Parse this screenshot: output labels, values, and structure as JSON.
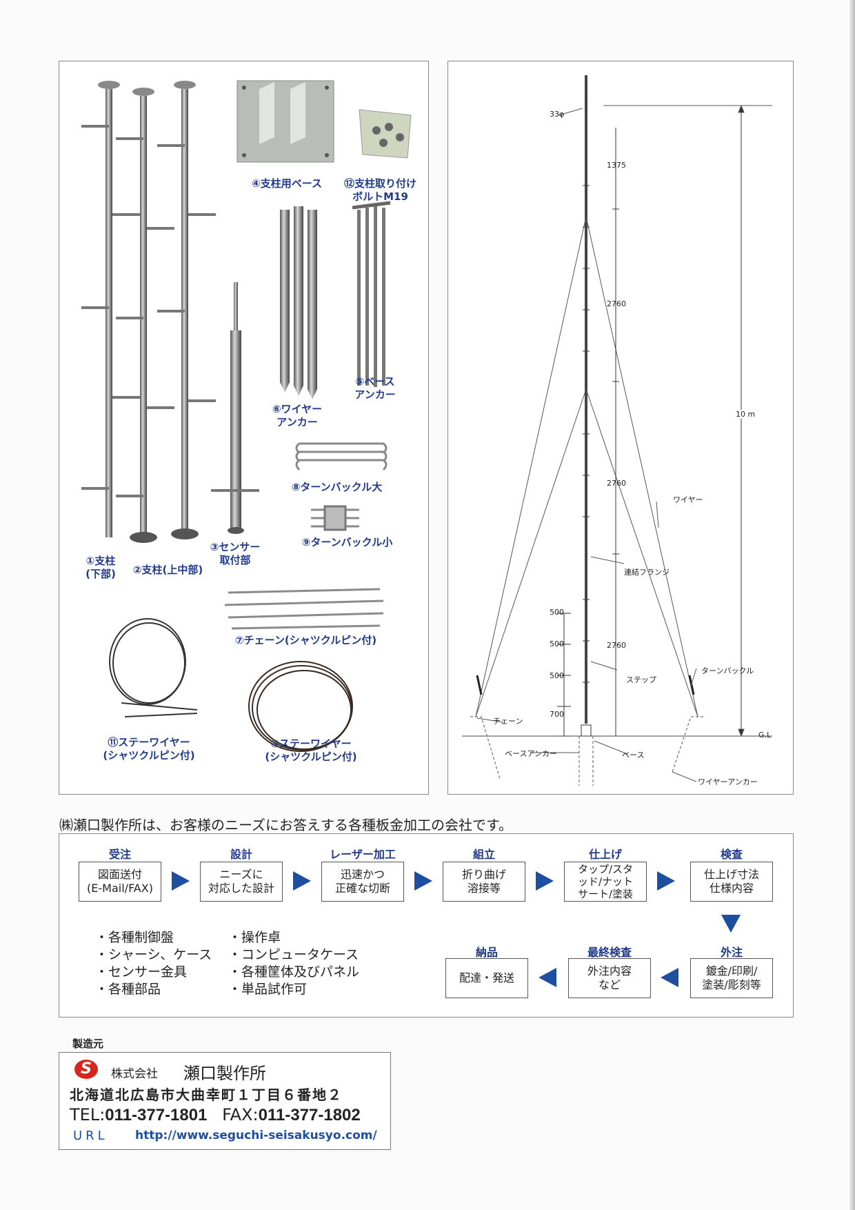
{
  "parts": [
    {
      "id": "post-lower",
      "label": "①支柱\n(下部)"
    },
    {
      "id": "post-upper",
      "label": "②支柱(上中部)"
    },
    {
      "id": "sensor-mount",
      "label": "③センサー\n取付部"
    },
    {
      "id": "post-base",
      "label": "④支柱用ベース"
    },
    {
      "id": "bolt",
      "label": "⑫支柱取り付け\nボルトM19"
    },
    {
      "id": "wire-anchor",
      "label": "⑥ワイヤー\nアンカー"
    },
    {
      "id": "base-anchor",
      "label": "⑤ベース\nアンカー"
    },
    {
      "id": "turnbuckle-large",
      "label": "⑧ターンバックル大"
    },
    {
      "id": "turnbuckle-small",
      "label": "⑨ターンバックル小"
    },
    {
      "id": "chain",
      "label": "⑦チェーン(シャツクルピン付)"
    },
    {
      "id": "stay-wire-11",
      "label": "⑪ステーワイヤー\n(シャツクルピン付)"
    },
    {
      "id": "stay-wire-10",
      "label": "⑩ステーワイヤー\n(シャツクルピン付)"
    }
  ],
  "diagram": {
    "top_dia": "33φ",
    "seg_top": "1375",
    "seg_1": "2760",
    "seg_2": "2760",
    "seg_3": "2760",
    "total": "10 m",
    "step_a": "500",
    "step_b": "500",
    "step_c": "500",
    "step_d": "700",
    "wire": "ワイヤー",
    "flange": "連結フランジ",
    "step": "ステップ",
    "turnbuckle": "ターンバックル",
    "chain": "チェーン",
    "gl": "G.L",
    "base_anchor": "ベースアンカー",
    "base": "ベース",
    "wire_anchor": "ワイヤーアンカー"
  },
  "intro": "㈱瀬口製作所は、お客様のニーズにお答えする各種板金加工の会社です。",
  "process": [
    {
      "title": "受注",
      "body": "図面送付\n(E-Mail/FAX)"
    },
    {
      "title": "設計",
      "body": "ニーズに\n対応した設計"
    },
    {
      "title": "レーザー加工",
      "body": "迅速かつ\n正確な切断"
    },
    {
      "title": "組立",
      "body": "折り曲げ\n溶接等"
    },
    {
      "title": "仕上げ",
      "body": "タップ/スタ\nッド/ナット\nサート/塗装"
    },
    {
      "title": "検査",
      "body": "仕上げ寸法\n仕様内容"
    },
    {
      "title": "外注",
      "body": "鍍金/印刷/\n塗装/彫刻等"
    },
    {
      "title": "最終検査",
      "body": "外注内容\nなど"
    },
    {
      "title": "納品",
      "body": "配達・発送"
    }
  ],
  "capabilities_left": [
    "・各種制御盤",
    "・シャーシ、ケース",
    "・センサー金具",
    "・各種部品"
  ],
  "capabilities_right": [
    "・操作卓",
    "・コンピュータケース",
    "・各種筐体及びパネル",
    "・単品試作可"
  ],
  "maker": {
    "label": "製造元",
    "company_type": "株式会社",
    "company_name": "瀬口製作所",
    "address": "北海道北広島市大曲幸町１丁目６番地２",
    "tel_label": "TEL:",
    "tel": "011-377-1801",
    "fax_label": "FAX:",
    "fax": "011-377-1802",
    "url_label": "URL",
    "url": "http://www.seguchi-seisakusyo.com/"
  },
  "colors": {
    "accent": "#1f3a8a",
    "arrow": "#1d4ea0",
    "logo_red": "#d7261e"
  }
}
